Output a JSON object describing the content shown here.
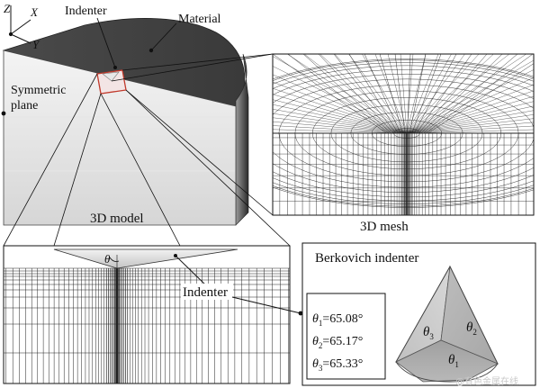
{
  "axes": {
    "z": "Z",
    "x": "X",
    "y": "Y"
  },
  "labels": {
    "indenter_top": "Indenter",
    "material": "Material",
    "symmetric_line1": "Symmetric",
    "symmetric_line2": "plane",
    "model_caption": "3D model",
    "mesh_caption": "3D mesh",
    "indenter_bottom": "Indenter",
    "theta_cross": "θ",
    "berkovich_title": "Berkovich indenter"
  },
  "angles": [
    {
      "symbol": "θ",
      "sub": "1",
      "value": "=65.08°"
    },
    {
      "symbol": "θ",
      "sub": "2",
      "value": "=65.17°"
    },
    {
      "symbol": "θ",
      "sub": "3",
      "value": "=65.33°"
    }
  ],
  "faces": [
    {
      "symbol": "θ",
      "sub": "3"
    },
    {
      "symbol": "θ",
      "sub": "2"
    },
    {
      "symbol": "θ",
      "sub": "1"
    }
  ],
  "watermark": "@有色金属在线"
}
